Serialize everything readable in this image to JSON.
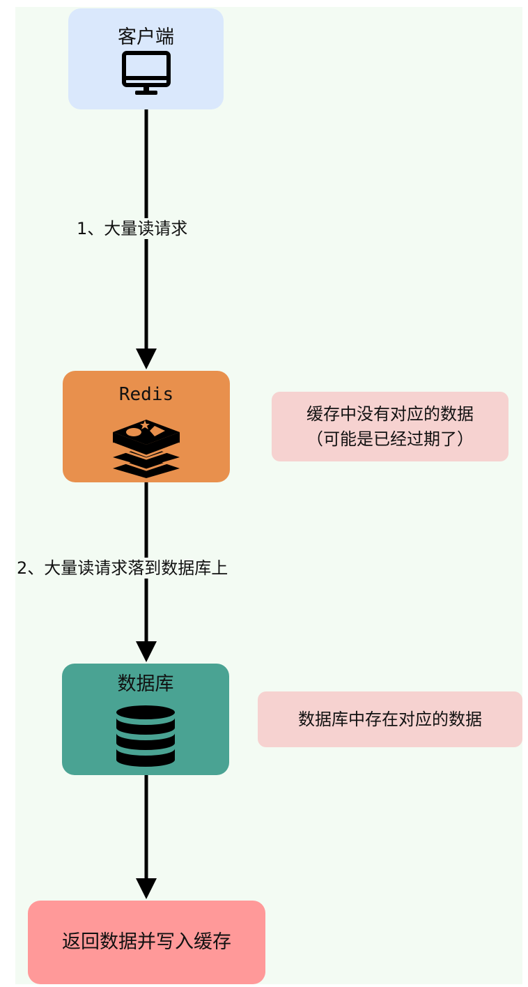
{
  "nodes": {
    "client": {
      "label": "客户端",
      "icon": "monitor-icon",
      "color": "#dae8fc"
    },
    "redis": {
      "label": "Redis",
      "icon": "redis-logo-icon",
      "color": "#e8904d"
    },
    "database": {
      "label": "数据库",
      "icon": "database-icon",
      "color": "#4aa393"
    },
    "result": {
      "label": "返回数据并写入缓存",
      "color": "#ff9999"
    }
  },
  "notes": {
    "redis_note": {
      "line1": "缓存中没有对应的数据",
      "line2": "（可能是已经过期了）"
    },
    "db_note": {
      "text": "数据库中存在对应的数据"
    }
  },
  "edges": {
    "step1": "1、大量读请求",
    "step2": "2、大量读请求落到数据库上"
  }
}
